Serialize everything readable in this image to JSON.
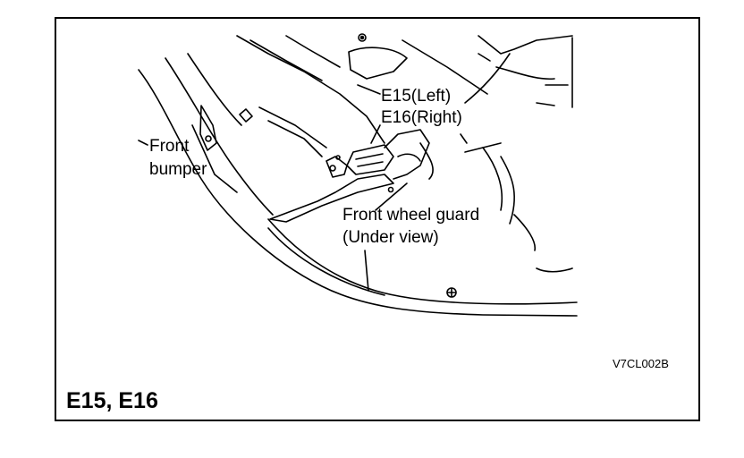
{
  "callouts": {
    "connector_left": "E15(Left)",
    "connector_right": "E16(Right)",
    "front_bumper_line1": "Front",
    "front_bumper_line2": "bumper",
    "wheel_guard_line1": "Front wheel guard",
    "wheel_guard_line2": "(Under view)"
  },
  "figure_code": "V7CL002B",
  "caption": "E15, E16"
}
